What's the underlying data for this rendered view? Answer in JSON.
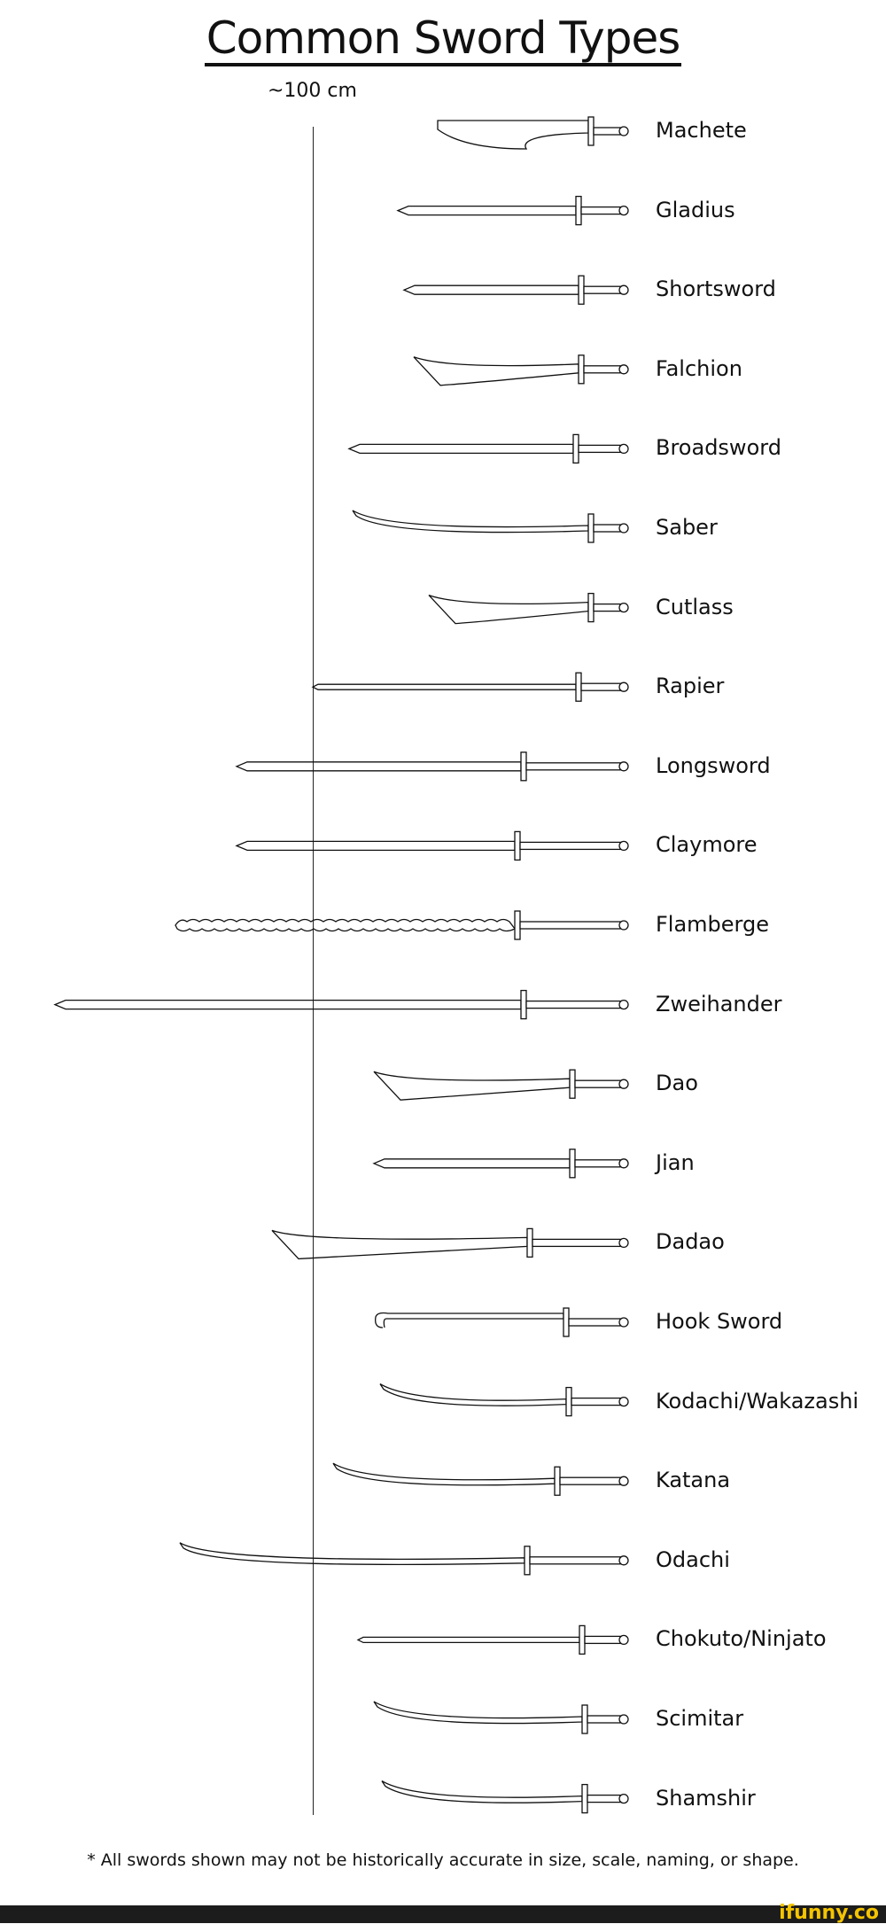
{
  "title": "Common Sword Types",
  "scale_label": "~100 cm",
  "swords": [
    {
      "name": "Machete",
      "shape": "machete"
    },
    {
      "name": "Gladius",
      "shape": "straight"
    },
    {
      "name": "Shortsword",
      "shape": "straight"
    },
    {
      "name": "Falchion",
      "shape": "falchion"
    },
    {
      "name": "Broadsword",
      "shape": "straight"
    },
    {
      "name": "Saber",
      "shape": "curved"
    },
    {
      "name": "Cutlass",
      "shape": "falchion"
    },
    {
      "name": "Rapier",
      "shape": "thin"
    },
    {
      "name": "Longsword",
      "shape": "straight"
    },
    {
      "name": "Claymore",
      "shape": "straight"
    },
    {
      "name": "Flamberge",
      "shape": "wavy"
    },
    {
      "name": "Zweihander",
      "shape": "straight"
    },
    {
      "name": "Dao",
      "shape": "falchion"
    },
    {
      "name": "Jian",
      "shape": "straight"
    },
    {
      "name": "Dadao",
      "shape": "falchion"
    },
    {
      "name": "Hook Sword",
      "shape": "hook"
    },
    {
      "name": "Kodachi/Wakazashi",
      "shape": "curved"
    },
    {
      "name": "Katana",
      "shape": "curved"
    },
    {
      "name": "Odachi",
      "shape": "curved"
    },
    {
      "name": "Chokuto/Ninjato",
      "shape": "thin"
    },
    {
      "name": "Scimitar",
      "shape": "curved"
    },
    {
      "name": "Shamshir",
      "shape": "curved"
    }
  ],
  "footnote": "* All swords shown may not be historically accurate in size, scale, naming, or shape.",
  "watermark": "ifunny.co",
  "colors": {
    "ink": "#111111",
    "bar": "#1c1c1c",
    "logo": "#f5c400"
  }
}
